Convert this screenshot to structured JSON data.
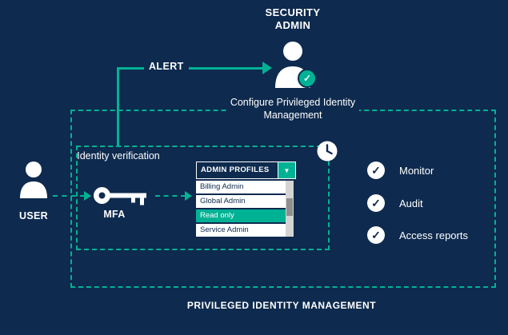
{
  "colors": {
    "background": "#0e2a4e",
    "accent_teal": "#00b294",
    "white": "#ffffff"
  },
  "security_admin": {
    "title_line1": "SECURITY",
    "title_line2": "ADMIN",
    "caption": "Configure Privileged Identity Management"
  },
  "alert": {
    "label": "ALERT"
  },
  "user": {
    "label": "USER"
  },
  "mfa": {
    "heading": "Identity verification",
    "label": "MFA"
  },
  "admin_profiles": {
    "header": "ADMIN PROFILES",
    "dropdown_arrow": "▼",
    "items": [
      {
        "label": "Billing Admin",
        "selected": false
      },
      {
        "label": "Global Admin",
        "selected": false
      },
      {
        "label": "Read only",
        "selected": true
      },
      {
        "label": "Service Admin",
        "selected": false
      }
    ]
  },
  "monitoring": [
    {
      "label": "Monitor"
    },
    {
      "label": "Audit"
    },
    {
      "label": "Access reports"
    }
  ],
  "pim_box": {
    "label": "PRIVILEGED IDENTITY MANAGEMENT"
  },
  "icons": {
    "check": "✓"
  }
}
